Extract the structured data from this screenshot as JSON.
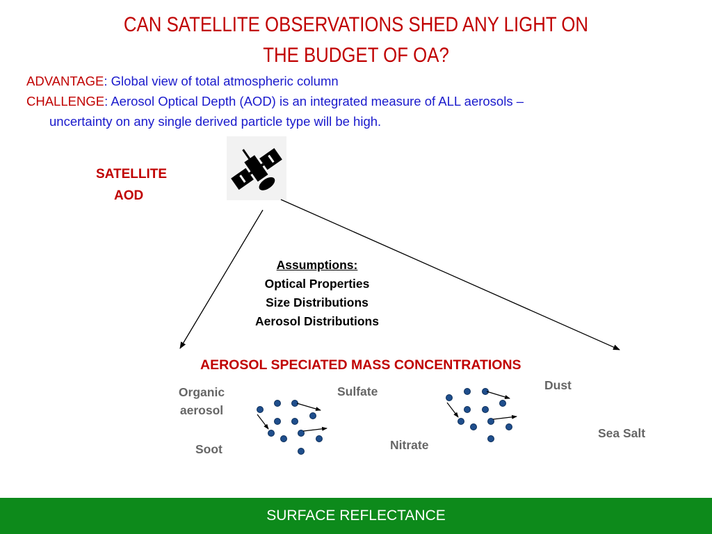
{
  "title_line1": "CAN SATELLITE OBSERVATIONS SHED ANY LIGHT ON",
  "title_line2": "THE BUDGET OF OA?",
  "advantage": {
    "label": "ADVANTAGE",
    "text": ": Global view of total atmospheric column"
  },
  "challenge": {
    "label": "CHALLENGE",
    "text": ": Aerosol Optical Depth (AOD) is an integrated measure of ALL aerosols –",
    "text2": "uncertainty on any single derived particle type will be high."
  },
  "satellite_label_1": "SATELLITE",
  "satellite_label_2": "AOD",
  "satellite_icon": "satellite-icon",
  "assumptions": {
    "heading": "Assumptions:",
    "items": [
      "Optical Properties",
      "Size Distributions",
      "Aerosol Distributions"
    ]
  },
  "speciated_title": "AEROSOL SPECIATED MASS CONCENTRATIONS",
  "species": {
    "organic_1": "Organic",
    "organic_2": "aerosol",
    "soot": "Soot",
    "sulfate": "Sulfate",
    "nitrate": "Nitrate",
    "dust": "Dust",
    "sea_salt": "Sea Salt"
  },
  "footer": "SURFACE REFLECTANCE",
  "colors": {
    "title_red": "#c00000",
    "bullet_blue": "#1a1acc",
    "label_grey": "#666666",
    "footer_green": "#0d8a1b",
    "particle_blue": "#1f4e8c"
  }
}
